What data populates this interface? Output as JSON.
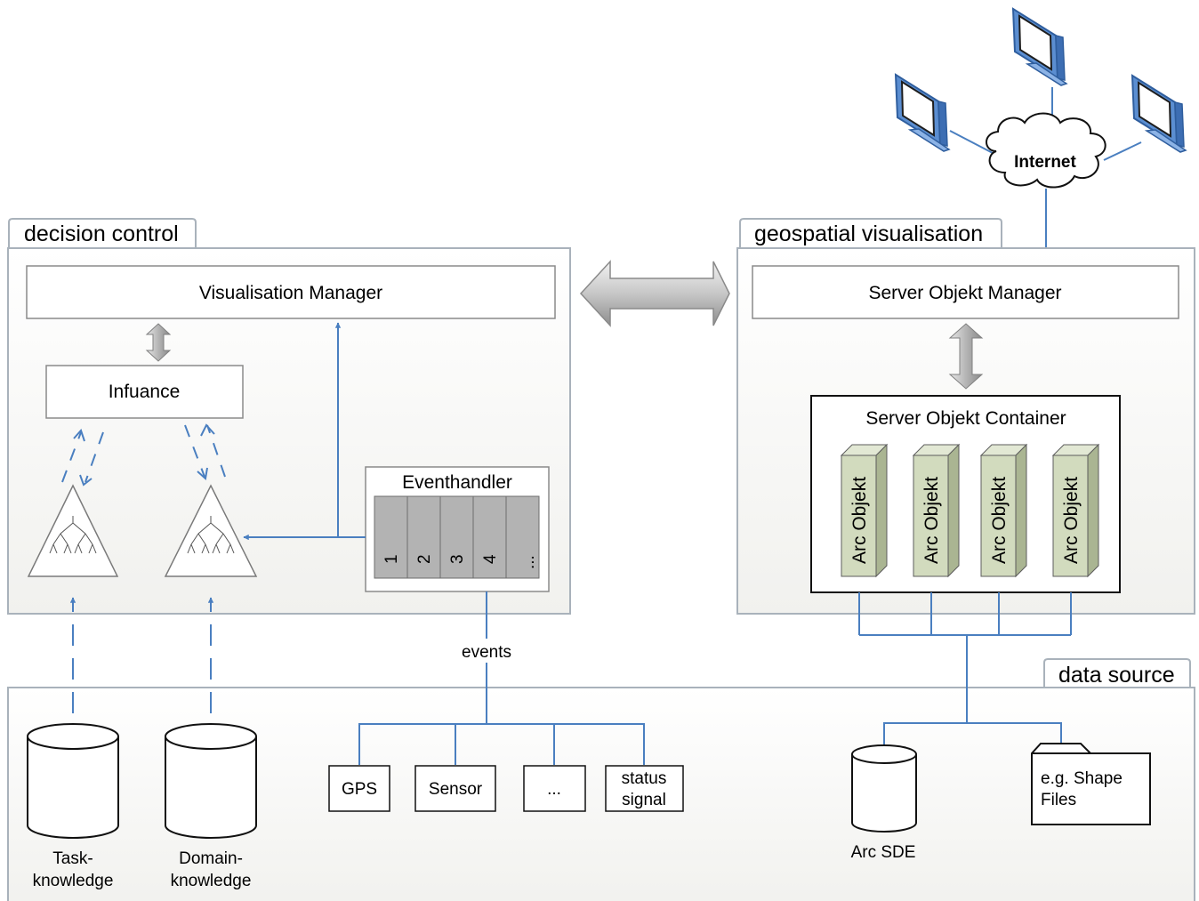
{
  "panels": {
    "decision_control": "decision control",
    "geospatial_visualisation": "geospatial visualisation",
    "data_source": "data source"
  },
  "decision": {
    "visualisation_manager": "Visualisation Manager",
    "infuance": "Infuance",
    "eventhandler": "Eventhandler",
    "eventhandler_cells": [
      "1",
      "2",
      "3",
      "4",
      "..."
    ]
  },
  "geo": {
    "server_objekt_manager": "Server Objekt Manager",
    "server_objekt_container": "Server Objekt Container",
    "arc_objekte": [
      "Arc Objekt",
      "Arc Objekt",
      "Arc Objekt",
      "Arc Objekt"
    ]
  },
  "network": {
    "internet": "Internet"
  },
  "events_label": "events",
  "sensors": {
    "gps": "GPS",
    "sensor": "Sensor",
    "ellipsis": "...",
    "status_line1": "status",
    "status_line2": "signal"
  },
  "data_sources": {
    "task_line1": "Task-",
    "task_line2": "knowledge",
    "domain_line1": "Domain-",
    "domain_line2": "knowledge",
    "arc_sde": "Arc SDE",
    "shape_line1": "e.g. Shape",
    "shape_line2": "Files"
  },
  "colors": {
    "connector_blue": "#4a7fc0",
    "panel_border": "#a9b2bb",
    "arc_objekt_fill": "#d2dbbe",
    "eventhandler_cell_fill": "#b3b3b3",
    "arrow_gray": "#b8b8b8"
  }
}
